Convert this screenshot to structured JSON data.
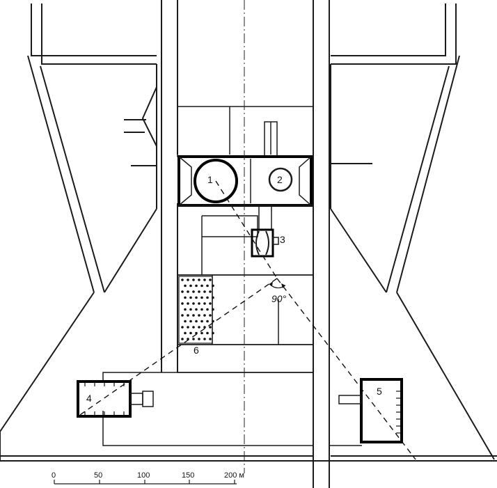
{
  "labels": {
    "n1": "1",
    "n2": "2",
    "n3": "3",
    "n4": "4",
    "n5": "5",
    "n6": "6",
    "angle": "90°"
  },
  "scale": {
    "ticks": [
      "0",
      "50",
      "100",
      "150",
      "200 м"
    ]
  }
}
